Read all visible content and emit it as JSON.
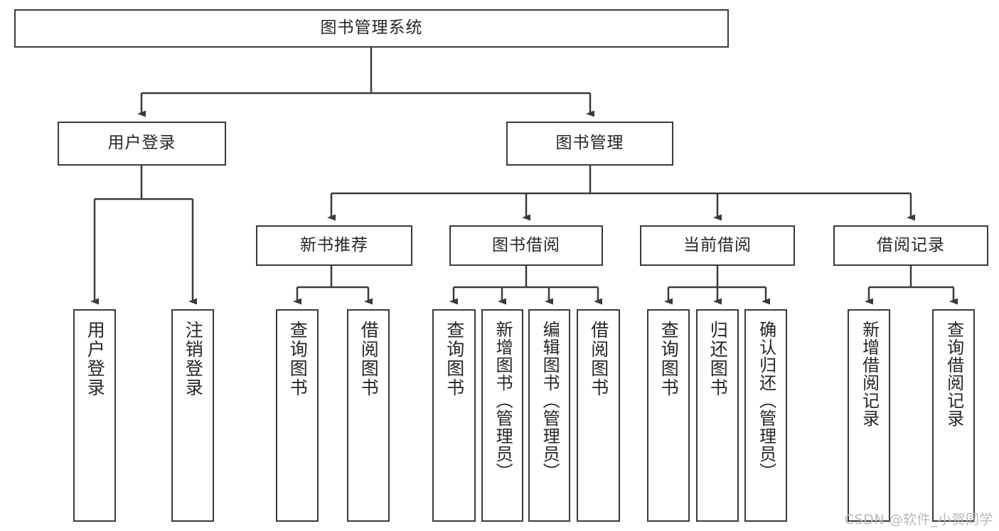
{
  "diagram": {
    "title_node": {
      "label": "图书管理系统"
    },
    "level2": [
      {
        "label": "用户登录"
      },
      {
        "label": "图书管理"
      }
    ],
    "level3": [
      {
        "label": "新书推荐"
      },
      {
        "label": "图书借阅"
      },
      {
        "label": "当前借阅"
      },
      {
        "label": "借阅记录"
      }
    ],
    "leaves": {
      "user_login": [
        {
          "label": "用户登录"
        },
        {
          "label": "注销登录"
        }
      ],
      "new_book_recommend": [
        {
          "label": "查询图书"
        },
        {
          "label": "借阅图书"
        }
      ],
      "book_borrow": [
        {
          "label": "查询图书"
        },
        {
          "label": "新增图书（管理员）"
        },
        {
          "label": "编辑图书（管理员）"
        },
        {
          "label": "借阅图书"
        }
      ],
      "current_borrow": [
        {
          "label": "查询图书"
        },
        {
          "label": "归还图书"
        },
        {
          "label": "确认归还（管理员）"
        }
      ],
      "borrow_record": [
        {
          "label": "新增借阅记录"
        },
        {
          "label": "查询借阅记录"
        }
      ]
    }
  },
  "watermark": {
    "text": "CSDN @软件_小贺同学"
  },
  "colors": {
    "stroke": "#3a3a3a",
    "box_fill": "#ffffff",
    "text": "#262626",
    "watermark": "#b9b9b9"
  }
}
